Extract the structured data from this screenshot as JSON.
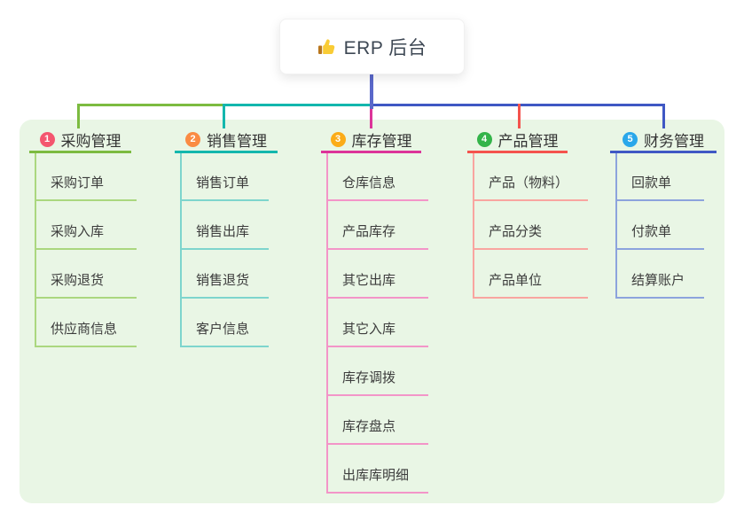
{
  "root": {
    "label": "ERP 后台",
    "icon": "thumbs-up"
  },
  "connectors": {
    "stem_color": "#5a68ca"
  },
  "panel": {
    "bg": "#e9f6e5"
  },
  "branches": [
    {
      "index": "1",
      "label": "采购管理",
      "badge_color": "#f4566f",
      "line_color": "#7cbb40",
      "child_line_color": "#abd77f",
      "children": [
        "采购订单",
        "采购入库",
        "采购退货",
        "供应商信息"
      ]
    },
    {
      "index": "2",
      "label": "销售管理",
      "badge_color": "#fa8b43",
      "line_color": "#13b7ad",
      "child_line_color": "#7ed5cd",
      "children": [
        "销售订单",
        "销售出库",
        "销售退货",
        "客户信息"
      ]
    },
    {
      "index": "3",
      "label": "库存管理",
      "badge_color": "#fbac18",
      "line_color": "#dc3499",
      "child_line_color": "#f395c8",
      "children": [
        "仓库信息",
        "产品库存",
        "其它出库",
        "其它入库",
        "库存调拨",
        "库存盘点",
        "出库库明细"
      ]
    },
    {
      "index": "4",
      "label": "产品管理",
      "badge_color": "#34b44a",
      "line_color": "#f4534d",
      "child_line_color": "#f9a5a0",
      "children": [
        "产品（物料）",
        "产品分类",
        "产品单位"
      ]
    },
    {
      "index": "5",
      "label": "财务管理",
      "badge_color": "#2aa7ea",
      "line_color": "#3f58c4",
      "child_line_color": "#8ca3dd",
      "children": [
        "回款单",
        "付款单",
        "结算账户"
      ]
    }
  ]
}
